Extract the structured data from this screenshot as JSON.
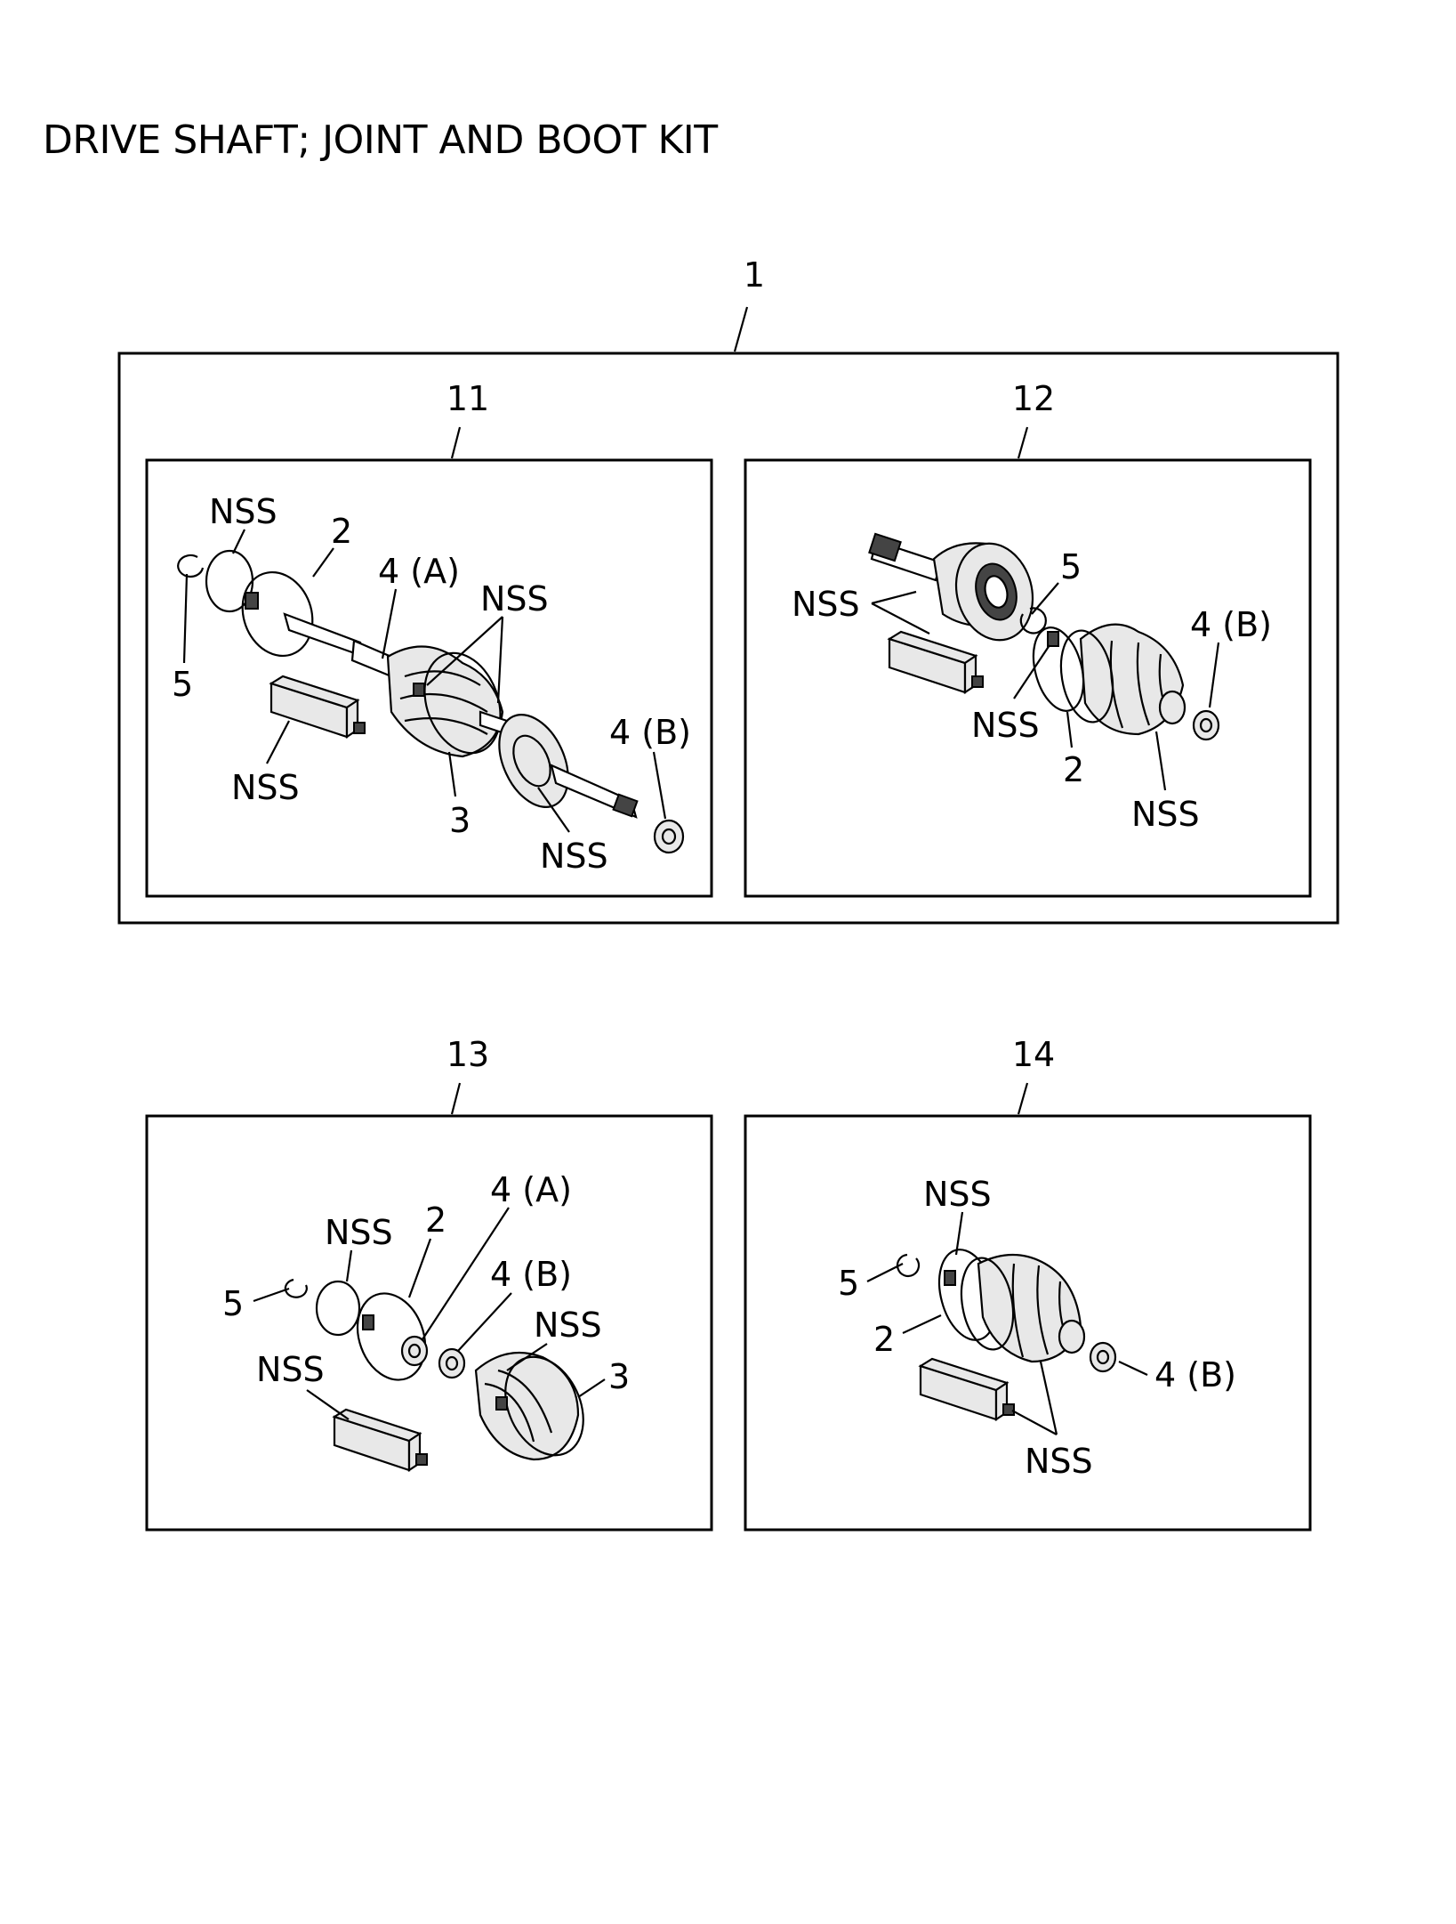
{
  "title": "DRIVE SHAFT; JOINT AND BOOT KIT",
  "assembly_ref": "1",
  "panels": [
    {
      "ref": "11",
      "labels": [
        "NSS",
        "2",
        "4 (A)",
        "NSS",
        "5",
        "NSS",
        "3",
        "4 (B)",
        "NSS"
      ]
    },
    {
      "ref": "12",
      "labels": [
        "5",
        "NSS",
        "4 (B)",
        "NSS",
        "2",
        "NSS"
      ]
    },
    {
      "ref": "13",
      "labels": [
        "4 (A)",
        "NSS",
        "2",
        "4 (B)",
        "5",
        "NSS",
        "NSS",
        "3"
      ]
    },
    {
      "ref": "14",
      "labels": [
        "NSS",
        "5",
        "2",
        "4 (B)",
        "NSS"
      ]
    }
  ]
}
